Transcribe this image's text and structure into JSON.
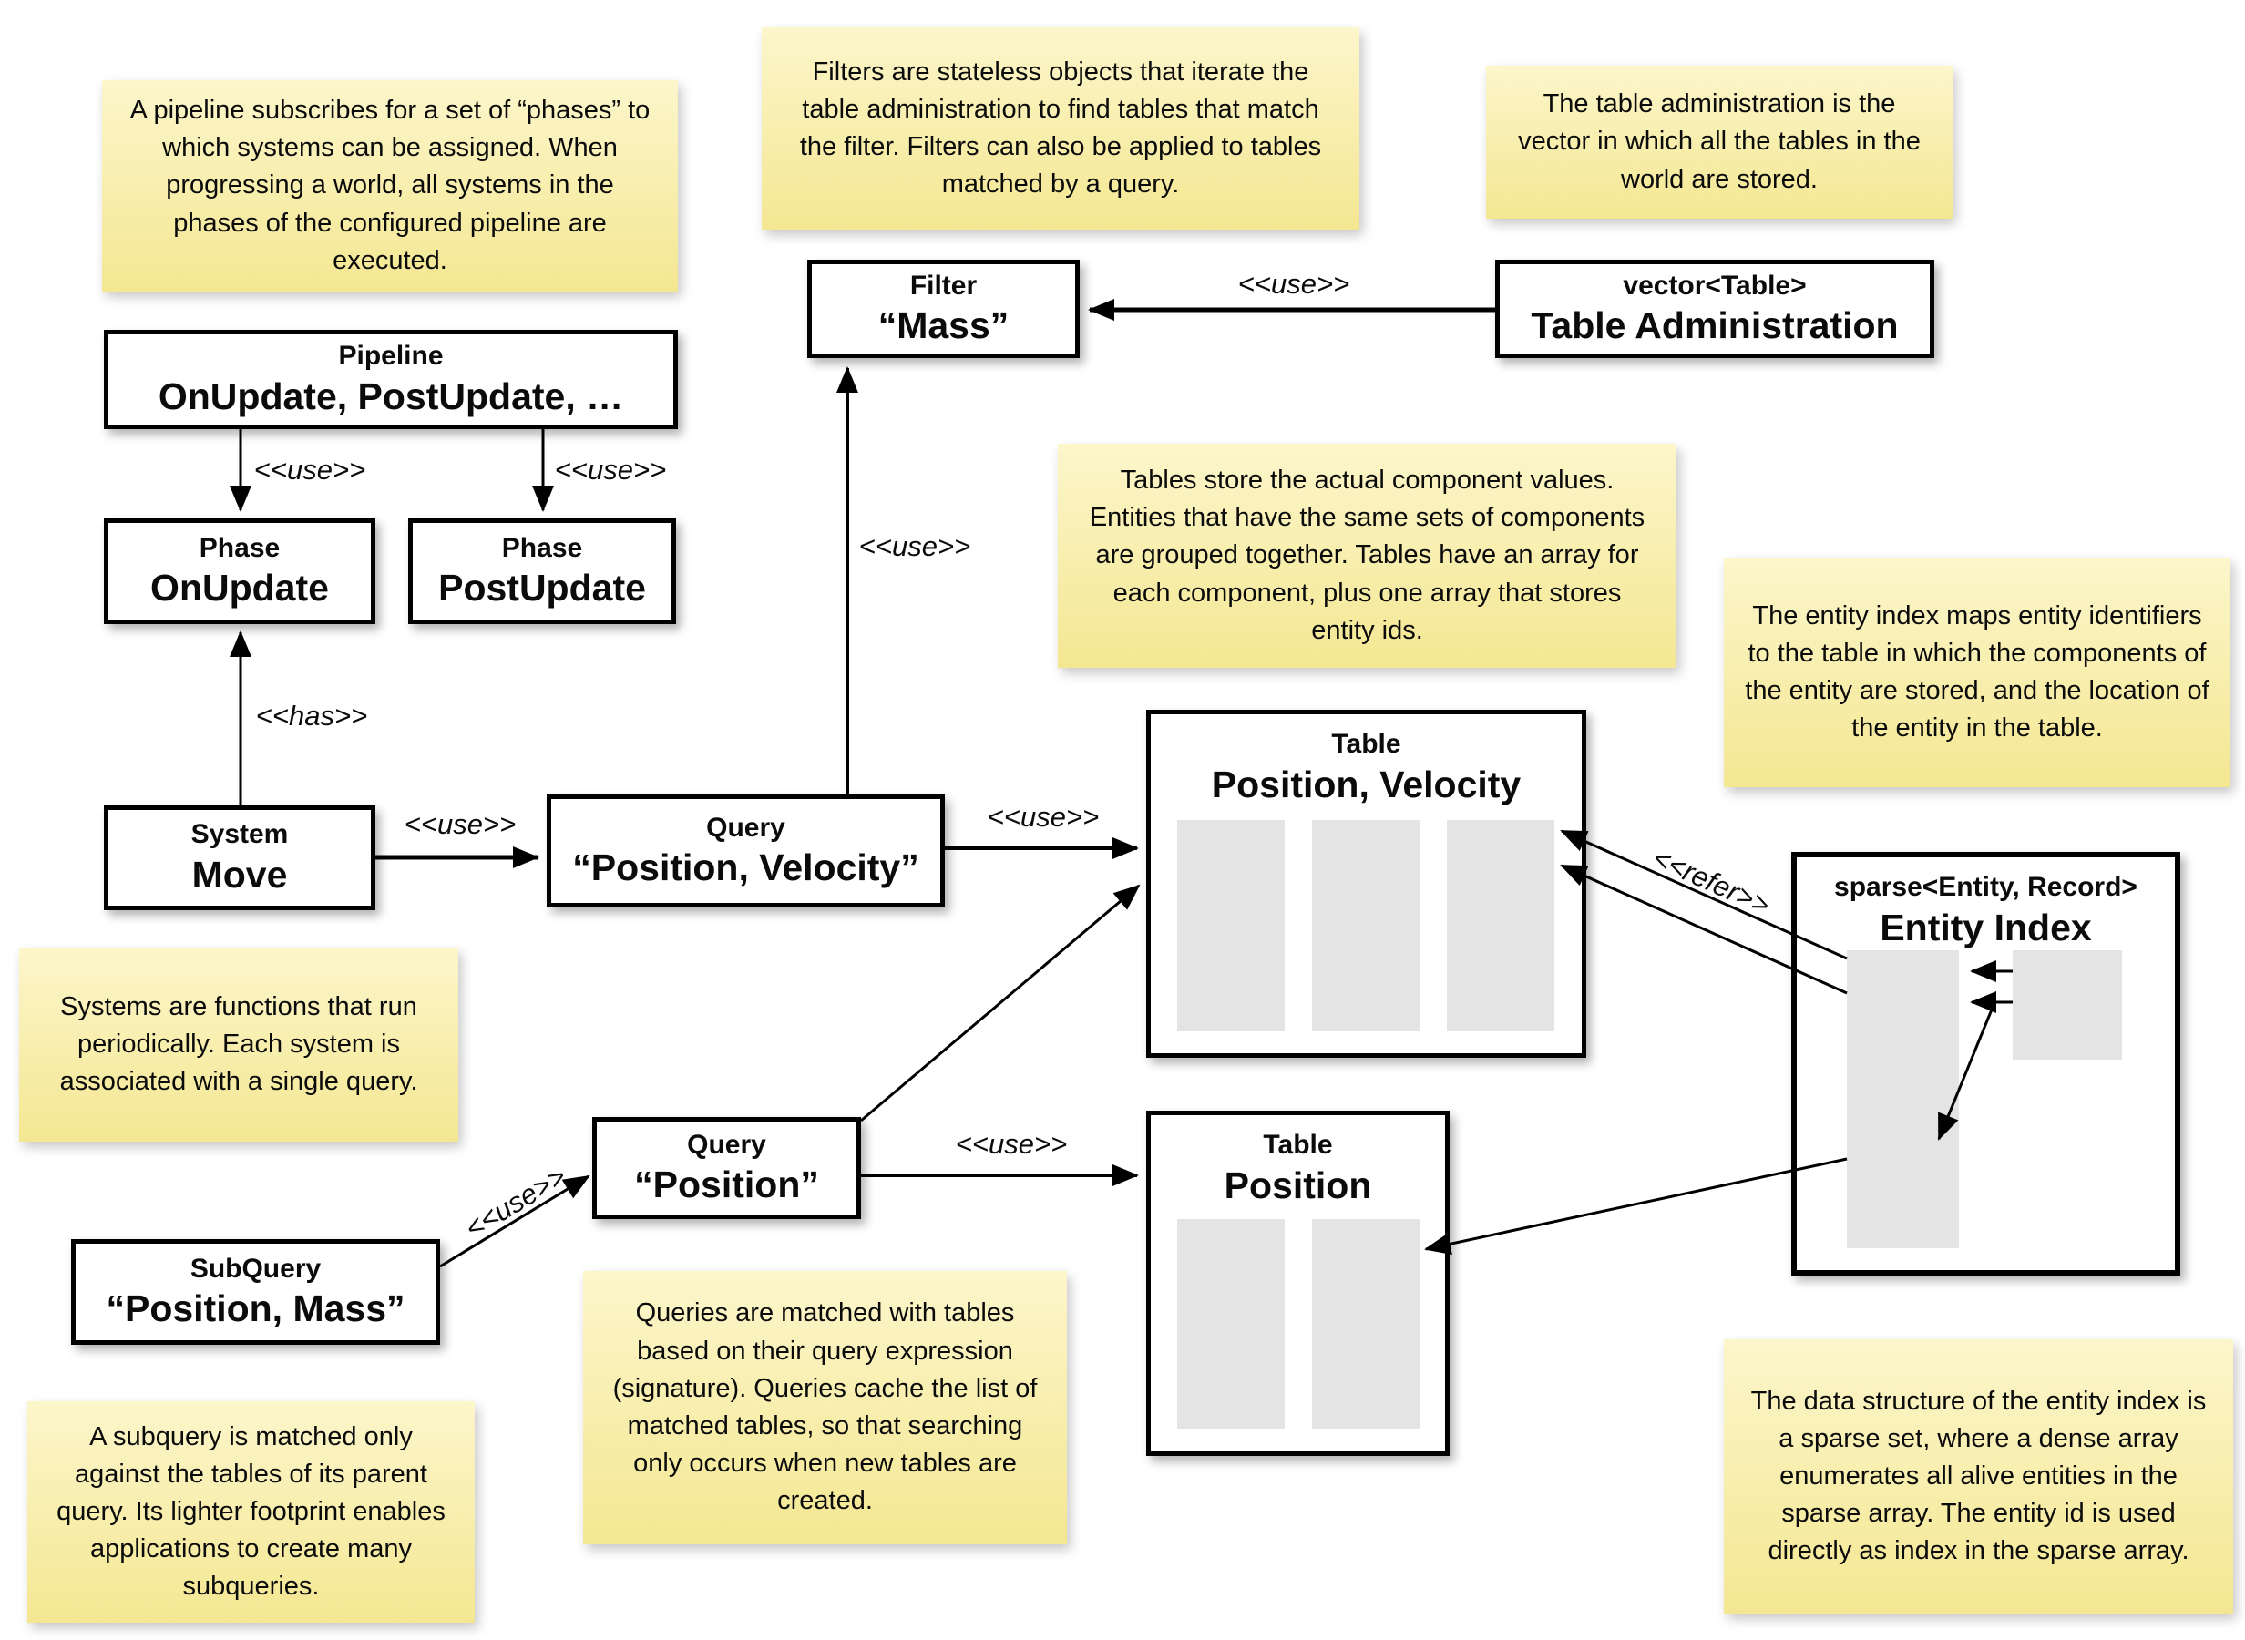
{
  "notes": {
    "pipeline": "A pipeline subscribes for a set of “phases” to which systems can be assigned. When progressing a world, all systems in the phases of the configured pipeline are executed.",
    "filters": "Filters are stateless objects that iterate the table administration to find tables that match the filter. Filters can also be applied to tables matched by a query.",
    "table_admin": "The table administration is the vector in which all the tables in the world are stored.",
    "tables": "Tables store the actual component values. Entities that have the same sets of components are grouped together. Tables have an array for each component, plus one array that stores entity ids.",
    "entity_index": "The entity index maps entity identifiers to the table in which the components of the entity are stored, and the location of the entity in the table.",
    "systems": "Systems are functions that run periodically. Each system is associated with a single query.",
    "subquery": "A subquery is matched only against the tables of its parent query. Its lighter footprint enables applications to create many subqueries.",
    "queries": "Queries are matched with tables based on their query expression (signature). Queries cache the list of matched tables, so that searching only occurs when new tables are created.",
    "sparse": "The data structure of the entity index is a sparse set, where a dense array enumerates all alive entities in the sparse array. The entity id is used directly as index in the sparse array."
  },
  "nodes": {
    "pipeline": {
      "type": "Pipeline",
      "name": "OnUpdate, PostUpdate, …"
    },
    "phase_onupdate": {
      "type": "Phase",
      "name": "OnUpdate"
    },
    "phase_postupdate": {
      "type": "Phase",
      "name": "PostUpdate"
    },
    "filter_mass": {
      "type": "Filter",
      "name": "“Mass”"
    },
    "table_admin": {
      "type": "vector<Table>",
      "name": "Table Administration"
    },
    "system_move": {
      "type": "System",
      "name": "Move"
    },
    "query_pos_vel": {
      "type": "Query",
      "name": "“Position, Velocity”"
    },
    "table_pos_vel": {
      "type": "Table",
      "name": "Position, Velocity"
    },
    "query_pos": {
      "type": "Query",
      "name": "“Position”"
    },
    "subquery": {
      "type": "SubQuery",
      "name": "“Position, Mass”"
    },
    "table_pos": {
      "type": "Table",
      "name": "Position"
    },
    "entity_index": {
      "type": "sparse<Entity, Record>",
      "name": "Entity Index"
    }
  },
  "edges": {
    "use": "<<use>>",
    "has": "<<has>>",
    "refer": "<<refer>>"
  }
}
